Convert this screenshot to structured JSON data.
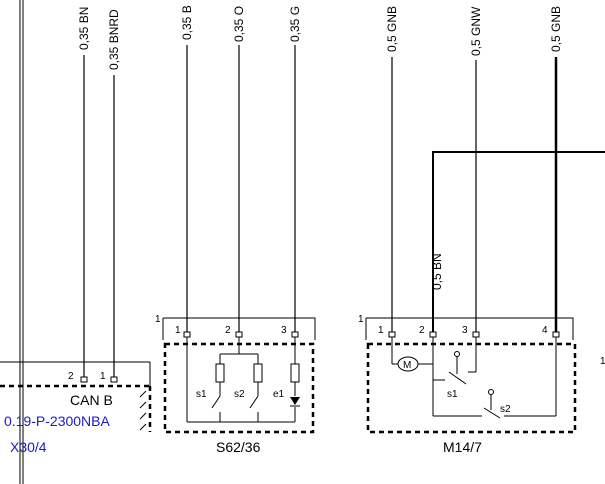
{
  "wires": {
    "w1": "0,35 BN",
    "w2": "0,35 BNRD",
    "w3": "0,35 B",
    "w4": "0,35 O",
    "w5": "0,35 G",
    "w6": "0,5 GNB",
    "w7": "0,5 GNW",
    "w8": "0,5 GNB",
    "w9": "0,5 BN"
  },
  "connector_left": {
    "name": "CAN B",
    "ref": "0.19-P-2300NBA",
    "id": "X30/4",
    "pins": [
      "2",
      "1"
    ]
  },
  "s62": {
    "id": "S62/36",
    "ground_pin": "1",
    "pins": [
      "1",
      "2",
      "3"
    ],
    "switches": [
      "s1",
      "s2",
      "e1"
    ]
  },
  "m14": {
    "id": "M14/7",
    "ground_pin": "1",
    "pins": [
      "1",
      "2",
      "3",
      "4"
    ],
    "motor": "M",
    "switches": [
      "s1",
      "s2"
    ]
  },
  "edge_label": "1",
  "colors": {
    "line": "#000000",
    "ref_text": "#1a1acc"
  }
}
